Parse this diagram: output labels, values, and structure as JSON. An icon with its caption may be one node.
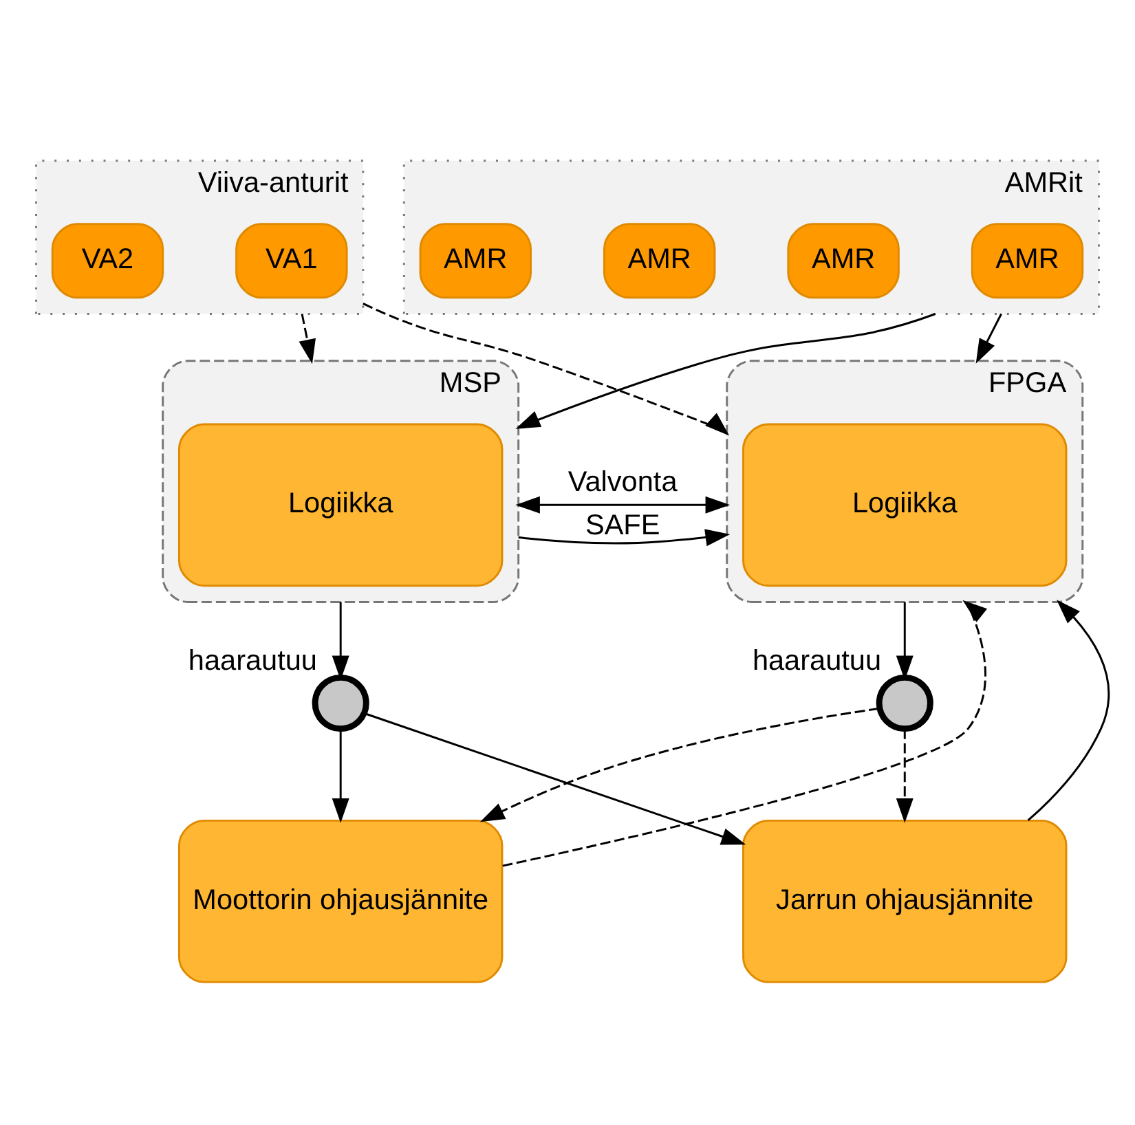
{
  "diagram": {
    "nodes": [
      {
        "text": [
          "Viiva-anturit"
        ]
      },
      {
        "text": [
          "VA1"
        ],
        "in": 0
      },
      {
        "text": [
          "VA2"
        ],
        "in": 0
      },
      {
        "text": [
          "AMRit"
        ]
      },
      {
        "text": [
          "AMR"
        ],
        "in": 3
      },
      {
        "text": [
          "AMR"
        ],
        "in": 3
      },
      {
        "text": [
          "AMR"
        ],
        "in": 3
      },
      {
        "text": [
          "AMR"
        ],
        "in": 3
      },
      {
        "text": [
          "MSP"
        ]
      },
      {
        "text": [
          "Logiikka"
        ],
        "in": 8
      },
      {
        "text": [
          "FPGA"
        ]
      },
      {
        "text": [
          "Logiikka"
        ],
        "in": 10
      },
      {
        "text": [],
        "shape": "circle",
        "beside": [
          "haarautuu"
        ]
      },
      {
        "text": [],
        "shape": "circle",
        "beside": [
          "haarautuu"
        ]
      },
      {
        "text": [
          "Moottorin ohjausjännite"
        ]
      },
      {
        "text": [
          "Jarrun ohjausjännite"
        ]
      }
    ],
    "edges": [
      {
        "from": 0,
        "to": 8,
        "arrow": "to",
        "style": "dashed"
      },
      {
        "from": 0,
        "to": 10,
        "arrow": "to",
        "style": "dashed"
      },
      {
        "from": 3,
        "to": 8,
        "arrow": "to"
      },
      {
        "from": 3,
        "to": 10,
        "arrow": "to"
      },
      {
        "from": 8,
        "to": 10,
        "arrow": "both",
        "label": "Valvonta"
      },
      {
        "from": 8,
        "to": 10,
        "arrow": "to",
        "label": "SAFE"
      },
      {
        "from": 8,
        "to": 12,
        "arrow": "to"
      },
      {
        "from": 10,
        "to": 13,
        "arrow": "to"
      },
      {
        "from": 12,
        "to": 14,
        "arrow": "to"
      },
      {
        "from": 13,
        "to": 15,
        "arrow": "to",
        "style": "dashed"
      },
      {
        "from": 12,
        "to": 15,
        "arrow": "to"
      },
      {
        "from": 13,
        "to": 14,
        "arrow": "to",
        "style": "dashed"
      },
      {
        "from": 15,
        "to": 10,
        "arrow": "to"
      },
      {
        "from": 14,
        "to": 10,
        "arrow": "to",
        "style": "dashed"
      }
    ]
  }
}
